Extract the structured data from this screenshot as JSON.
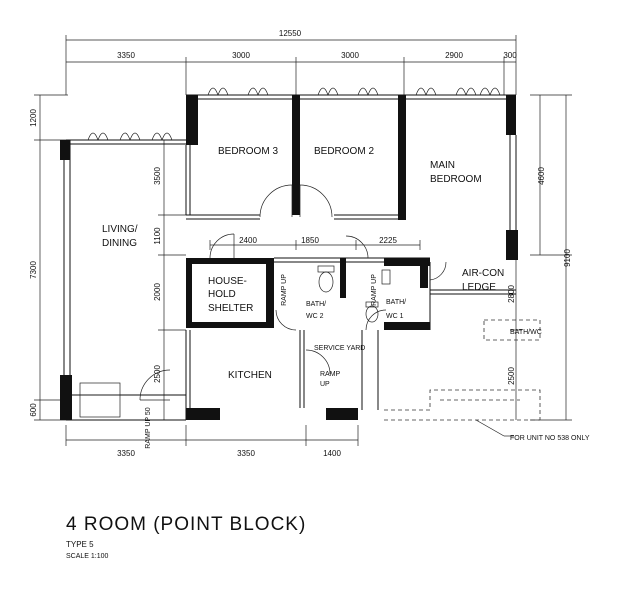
{
  "dimensions": {
    "overall_width": "12550",
    "top": [
      "3350",
      "3000",
      "3000",
      "2900",
      "300"
    ],
    "bottom": [
      "3350",
      "3350",
      "1400"
    ],
    "left": [
      "1200",
      "7300",
      "600"
    ],
    "inner_left": [
      "3500",
      "1100",
      "2000",
      "2500"
    ],
    "right": [
      "4600",
      "9100"
    ],
    "right_inner": [
      "2800",
      "2500"
    ],
    "corridor": [
      "2400",
      "1850",
      "2225"
    ]
  },
  "rooms": {
    "bedroom3": "BEDROOM 3",
    "bedroom2": "BEDROOM 2",
    "main_bedroom_line1": "MAIN",
    "main_bedroom_line2": "BEDROOM",
    "living_line1": "LIVING/",
    "living_line2": "DINING",
    "household_line1": "HOUSE-",
    "household_line2": "HOLD",
    "household_line3": "SHELTER",
    "aircon_line1": "AIR-CON",
    "aircon_line2": "LEDGE",
    "kitchen": "KITCHEN",
    "wc1_line1": "BATH/",
    "wc1_line2": "WC 1",
    "wc2_line1": "BATH/",
    "wc2_line2": "WC 2",
    "yard": "SERVICE YARD",
    "wc_right": "BATH/WC"
  },
  "annotations": {
    "ramp_up": "RAMP UP",
    "ramp_up_50": "RAMP UP 50",
    "ramp": "RAMP",
    "up": "UP",
    "for_unit": "FOR UNIT NO 538 ONLY"
  },
  "title": {
    "main": "4 ROOM (POINT BLOCK)",
    "type": "TYPE 5",
    "scale": "SCALE   1:100"
  }
}
